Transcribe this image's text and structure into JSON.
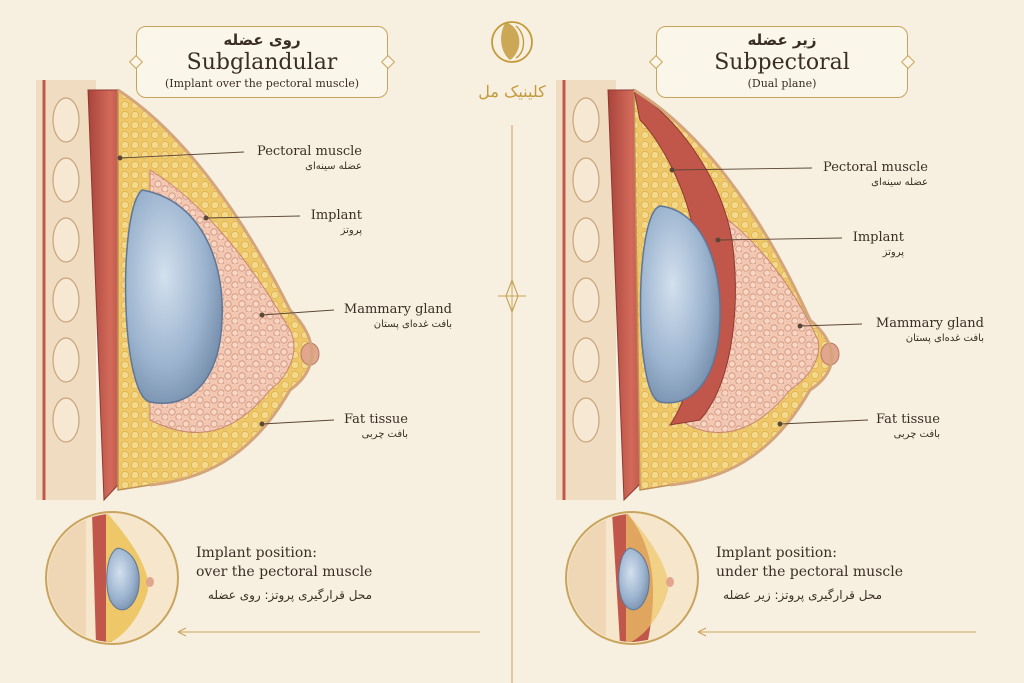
{
  "logo": {
    "text": "کلینیک مل",
    "color": "#c49a3c"
  },
  "colors": {
    "background": "#f7f0e1",
    "gold": "#c9a45c",
    "muscle": "#c0574a",
    "implant": "#9cb4cf",
    "fat": "#ecc35f",
    "gland": "#f0c0aa",
    "skin": "#efd2b2"
  },
  "left": {
    "title_fa": "روی عضله",
    "title_en": "Subglandular",
    "subtitle": "(Implant over the pectoral muscle)",
    "labels": [
      {
        "en": "Pectoral muscle",
        "fa": "عضله سینه‌ای"
      },
      {
        "en": "Implant",
        "fa": "پروتز"
      },
      {
        "en": "Mammary gland",
        "fa": "بافت غده‌ای پستان"
      },
      {
        "en": "Fat tissue",
        "fa": "بافت چربی"
      }
    ],
    "position": {
      "line1": "Implant position:",
      "line2": "over the pectoral muscle",
      "fa": "محل قرارگیری پروتز: روی عضله"
    }
  },
  "right": {
    "title_fa": "زیر عضله",
    "title_en": "Subpectoral",
    "subtitle": "(Dual plane)",
    "labels": [
      {
        "en": "Pectoral muscle",
        "fa": "عضله سینه‌ای"
      },
      {
        "en": "Implant",
        "fa": "پروتز"
      },
      {
        "en": "Mammary gland",
        "fa": "بافت غده‌ای پستان"
      },
      {
        "en": "Fat tissue",
        "fa": "بافت چربی"
      }
    ],
    "position": {
      "line1": "Implant position:",
      "line2": "under the pectoral muscle",
      "fa": "محل قرارگیری پروتز: زیر عضله"
    }
  }
}
